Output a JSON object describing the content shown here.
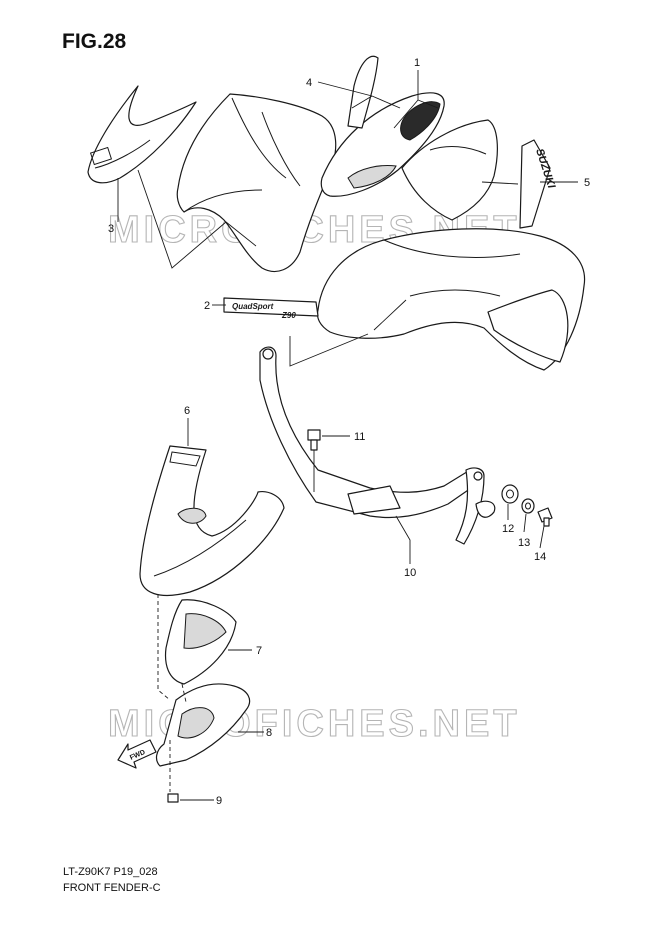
{
  "figure": {
    "title": "FIG.28",
    "model_code": "LT-Z90K7 P19_028",
    "name": "FRONT FENDER-C"
  },
  "watermark": "MICROFICHES.NET",
  "decals": {
    "side": "SUZUKI",
    "fender_line1": "QuadSport",
    "fender_line2": "Z90"
  },
  "callouts": [
    "1",
    "2",
    "3",
    "4",
    "5",
    "6",
    "7",
    "8",
    "9",
    "10",
    "11",
    "12",
    "13",
    "14"
  ],
  "fwd_label": "FWD"
}
